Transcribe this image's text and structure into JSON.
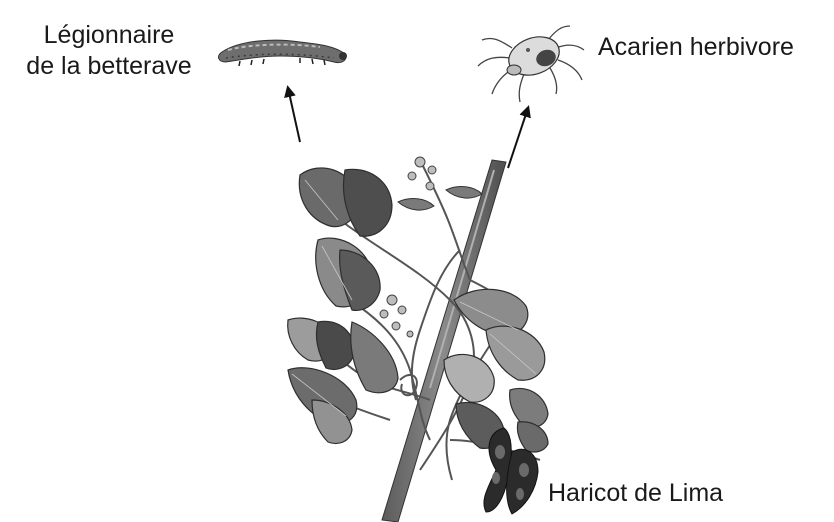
{
  "labels": {
    "caterpillar_line1": "Légionnaire",
    "caterpillar_line2": "de la betterave",
    "mite": "Acarien herbivore",
    "plant": "Haricot de Lima"
  },
  "icons": {
    "caterpillar": "caterpillar-icon",
    "mite": "mite-icon",
    "plant": "lima-bean-plant-icon",
    "arrow": "arrow-icon"
  },
  "colors": {
    "text": "#1a1a1a",
    "leaf_dark": "#4a4a4a",
    "leaf_mid": "#7a7a7a",
    "leaf_light": "#b5b5b5",
    "stake": "#6a6a6a",
    "pod": "#2b2b2b"
  }
}
